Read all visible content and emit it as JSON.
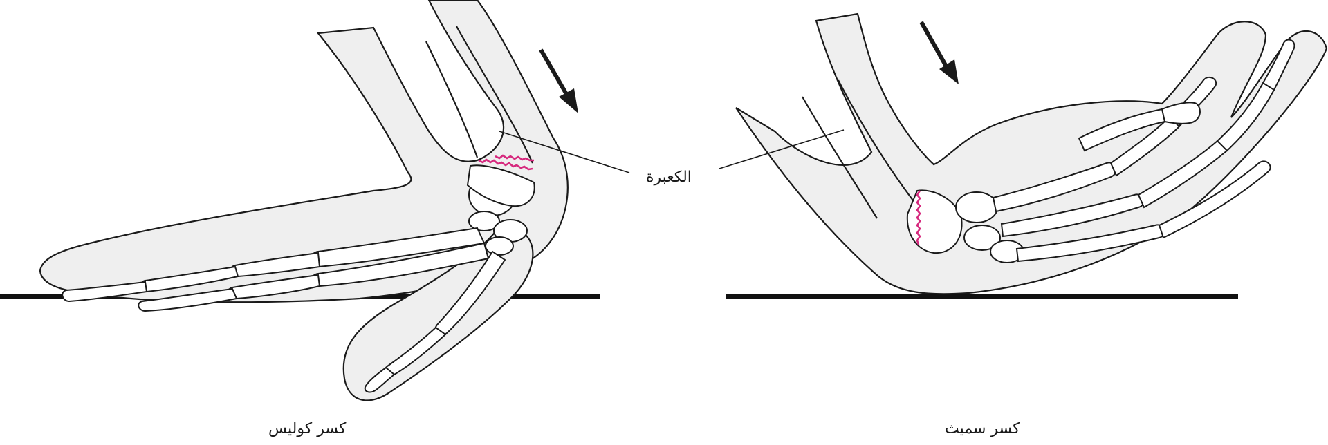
{
  "labels": {
    "radius": "الكعبرة",
    "colles": "كسر كوليس",
    "smith": "كسر سميث"
  },
  "colors": {
    "outline": "#1a1a1a",
    "skin_fill": "#efefef",
    "bone_fill": "#ffffff",
    "fracture": "#d6297e",
    "ground": "#111111"
  }
}
